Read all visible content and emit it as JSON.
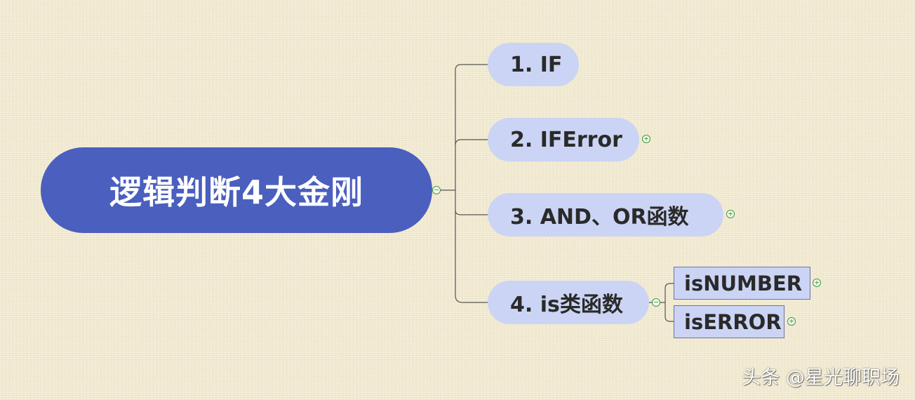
{
  "root": {
    "label": "逻辑判断4大金刚"
  },
  "branches": [
    {
      "label": "1. IF"
    },
    {
      "label": "2. IFError"
    },
    {
      "label": "3. AND、OR函数"
    },
    {
      "label": "4. is类函数"
    }
  ],
  "leaves": [
    {
      "label": "isNUMBER"
    },
    {
      "label": "isERROR"
    }
  ],
  "icons": {
    "expand": "plus-circle-icon",
    "collapse": "minus-circle-icon"
  },
  "watermark": {
    "text": "头条 @星光聊职场"
  },
  "colors": {
    "root_fill": "#4a5fbe",
    "node_fill": "#cbd4f4",
    "connector": "#555555",
    "toggle": "#3f9a3f",
    "background": "#f3ecd3"
  }
}
